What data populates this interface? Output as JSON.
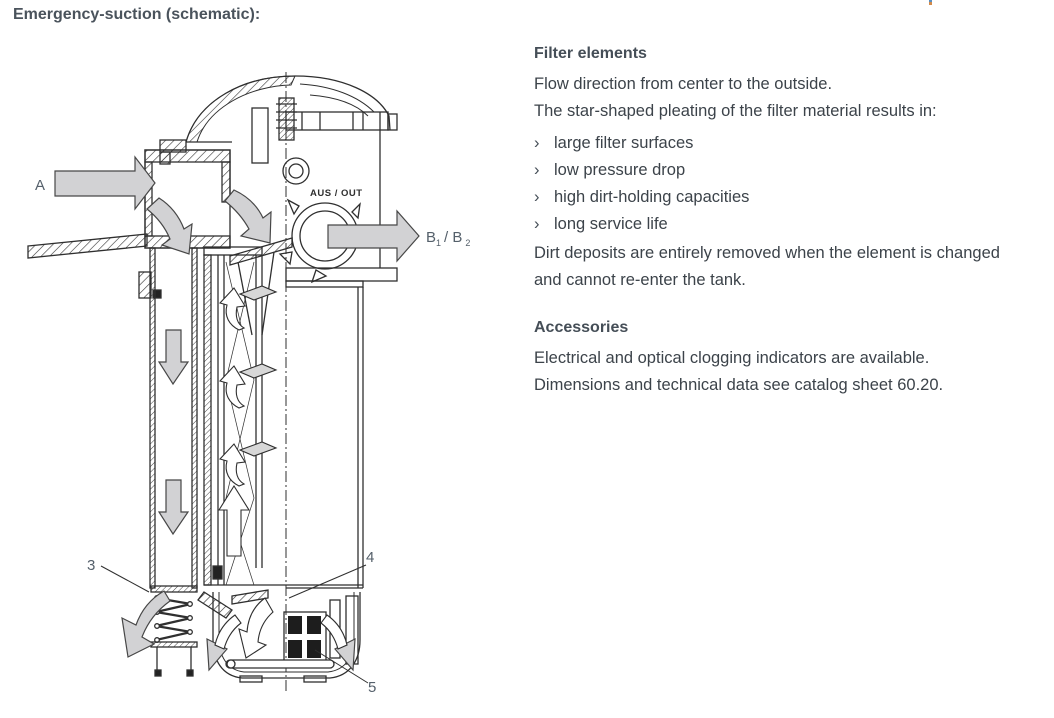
{
  "page": {
    "title": "Emergency-suction (schematic):"
  },
  "sections": {
    "filter_elements": {
      "heading": "Filter elements",
      "line1": "Flow direction from center to the outside.",
      "line2": "The star-shaped pleating of the filter material results in:",
      "bullet_glyph": "›",
      "bullets": [
        "large filter surfaces",
        "low pressure drop",
        "high dirt-holding capacities",
        "long service life"
      ],
      "outro": "Dirt deposits are entirely removed when the element is changed and cannot re-enter the tank."
    },
    "accessories": {
      "heading": "Accessories",
      "line1": "Electrical and optical clogging indicators are available.",
      "line2": "Dimensions and technical data see catalog sheet 60.20."
    }
  },
  "schematic": {
    "labels": {
      "inlet": "A",
      "outlet_b": "B",
      "outlet_sub1": "1",
      "outlet_mid": "/ B",
      "outlet_sub2": "2",
      "port_caption": "AUS / OUT",
      "callout_3": "3",
      "callout_4": "4",
      "callout_5": "5"
    },
    "colors": {
      "line": "#2f2f2f",
      "arrow_fill": "#d2d2d4",
      "label": "#55606b",
      "body_text": "#3c434a",
      "heading_text": "#454e57",
      "magnet_fill": "#1d1d1d"
    }
  }
}
